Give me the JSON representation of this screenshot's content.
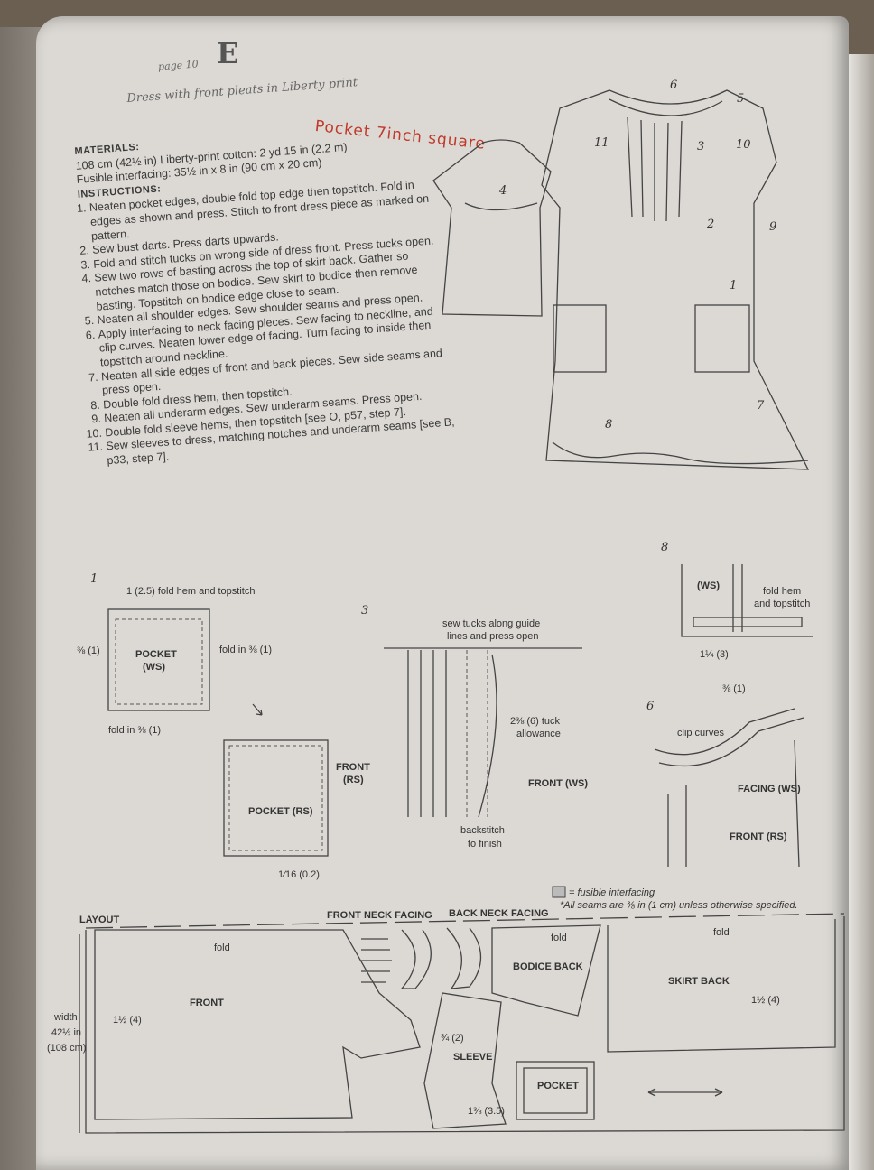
{
  "header": {
    "page_label": "page 10",
    "letter": "E",
    "title": "Dress with front pleats in Liberty print",
    "handwritten_note": "Pocket 7inch square"
  },
  "materials": {
    "label": "MATERIALS:",
    "line1": "108 cm (42½ in) Liberty-print cotton: 2 yd 15 in (2.2 m)",
    "line2": "Fusible interfacing: 35½ in x 8 in (90 cm x 20 cm)"
  },
  "instructions": {
    "label": "INSTRUCTIONS:",
    "steps": [
      "Neaten pocket edges, double fold top edge then topstitch. Fold in edges as shown and press. Stitch to front dress piece as marked on pattern.",
      "Sew bust darts. Press darts upwards.",
      "Fold and stitch tucks on wrong side of dress front. Press tucks open.",
      "Sew two rows of basting across the top of skirt back. Gather so notches match those on bodice. Sew skirt to bodice then remove basting. Topstitch on bodice edge close to seam.",
      "Neaten all shoulder edges. Sew shoulder seams and press open.",
      "Apply interfacing to neck facing pieces. Sew facing to neckline, and clip curves. Neaten lower edge of facing. Turn facing to inside then topstitch around neckline.",
      "Neaten all side edges of front and back pieces. Sew side seams and press open.",
      "Double fold dress hem, then topstitch.",
      "Neaten all underarm edges. Sew underarm seams. Press open.",
      "Double fold sleeve hems, then topstitch [see O, p57, step 7].",
      "Sew sleeves to dress, matching notches and underarm seams [see B, p33, step 7]."
    ]
  },
  "dress_callouts": [
    "1",
    "2",
    "3",
    "4",
    "5",
    "6",
    "7",
    "8",
    "9",
    "10",
    "11"
  ],
  "step1": {
    "number": "1",
    "fold_hem": "1 (2.5)  fold hem and topstitch",
    "left_dim": "⅜ (1)",
    "pocket_ws": "POCKET",
    "pocket_ws2": "(WS)",
    "fold_right": "fold in ⅜ (1)",
    "fold_bottom": "fold in ⅜ (1)",
    "front_rs": "FRONT",
    "front_rs2": "(RS)",
    "pocket_rs": "POCKET (RS)",
    "bottom_dim": "1⁄16 (0.2)"
  },
  "step3": {
    "number": "3",
    "note1": "sew tucks along guide",
    "note2": "lines and press open",
    "tuck1": "2⅜ (6) tuck",
    "tuck2": "allowance",
    "front_ws": "FRONT (WS)",
    "backstitch1": "backstitch",
    "backstitch2": "to finish"
  },
  "step8": {
    "number": "8",
    "ws": "(WS)",
    "fold1": "fold hem",
    "fold2": "and topstitch",
    "dim": "1¼ (3)"
  },
  "step6": {
    "number": "6",
    "dim": "⅜ (1)",
    "clip": "clip curves",
    "facing": "FACING (WS)",
    "front": "FRONT (RS)"
  },
  "layout": {
    "label": "LAYOUT",
    "legend": "= fusible interfacing",
    "seams_note": "*All seams are ⅜ in (1 cm) unless otherwise specified.",
    "front_neck_facing": "FRONT NECK FACING",
    "back_neck_facing": "BACK NECK FACING",
    "fold": "fold",
    "front": "FRONT",
    "bodice_back": "BODICE BACK",
    "skirt_back": "SKIRT BACK",
    "sleeve": "SLEEVE",
    "pocket": "POCKET",
    "width1": "width",
    "width2": "42½ in",
    "width3": "(108 cm)",
    "dim_left": "1½ (4)",
    "dim_right": "1½ (4)",
    "dim_sleeve1": "¾ (2)",
    "dim_sleeve2": "1⅜ (3.5)"
  }
}
